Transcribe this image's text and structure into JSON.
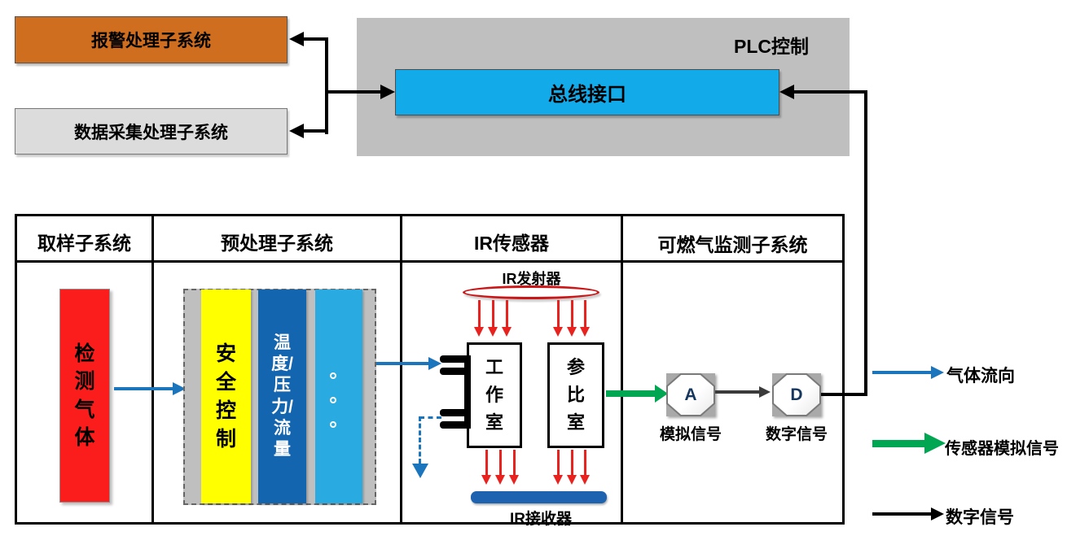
{
  "top_left": {
    "alarm_label": "报警处理子系统",
    "daq_label": "数据采集处理子系统"
  },
  "plc": {
    "title": "PLC控制",
    "bus_label": "总线接口"
  },
  "table": {
    "headers": {
      "sampling": "取样子系统",
      "pretreatment": "预处理子系统",
      "ir_sensor": "IR传感器",
      "monitoring": "可燃气监测子系统"
    }
  },
  "sampling": {
    "gas_label": "检\n测\n气\n体"
  },
  "pretreatment": {
    "safety_label": "安\n全\n控\n制",
    "tpf_label": "温\n度/\n压\n力/\n流\n量"
  },
  "ir": {
    "emitter_label": "IR发射器",
    "work_label": "工\n作\n室",
    "ref_label": "参\n比\n室",
    "receiver_label": "IR接收器"
  },
  "converters": {
    "a": "A",
    "a_caption": "模拟信号",
    "d": "D",
    "d_caption": "数字信号"
  },
  "legend": {
    "gas_flow": "气体流向",
    "sensor_analog": "传感器模拟信号",
    "digital": "数字信号"
  },
  "colors": {
    "alarm_orange": "#CF6E1E",
    "daq_gray": "#DCDCDC",
    "plc_gray": "#BFBFBF",
    "bus_blue": "#12AAE8",
    "gas_red": "#FB1D1B",
    "safety_yellow": "#FFFF00",
    "tpf_blue": "#1465AF",
    "filter_light_blue": "#29ABE2",
    "receiver_blue": "#1E63B0",
    "gas_flow_blue": "#1B75BC",
    "analog_green": "#00A651",
    "ir_red": "#E8231F",
    "digital_black": "#000000"
  }
}
